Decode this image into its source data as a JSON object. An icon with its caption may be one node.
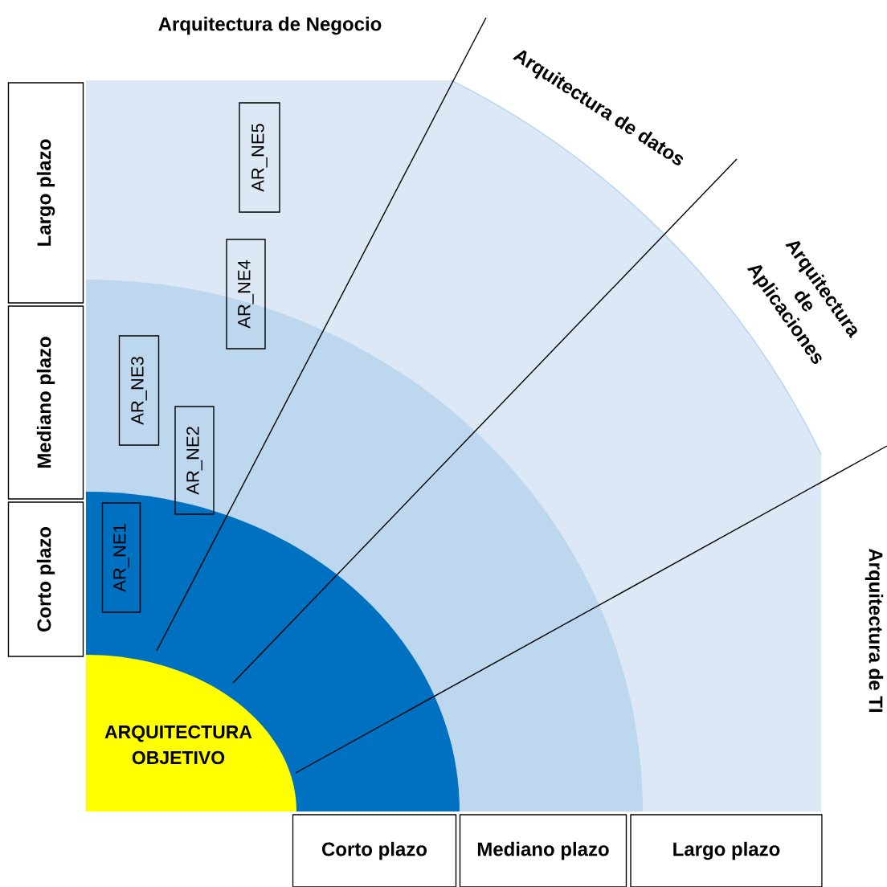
{
  "diagram": {
    "nodes": [
      {
        "text": [
          "ARQUITECTURA OBJETIVO"
        ]
      },
      {
        "text": [
          "Largo plazo"
        ]
      },
      {
        "text": [
          "Mediano plazo"
        ]
      },
      {
        "text": [
          "Corto plazo"
        ]
      },
      {
        "text": [
          "AR_NE5"
        ]
      },
      {
        "text": [
          "AR_NE4"
        ]
      },
      {
        "text": [
          "AR_NE3"
        ]
      },
      {
        "text": [
          "AR_NE2"
        ]
      },
      {
        "text": [
          "AR_NE1"
        ]
      },
      {
        "text": [
          "Corto plazo"
        ]
      },
      {
        "text": [
          "Mediano plazo"
        ]
      },
      {
        "text": [
          "Largo plazo"
        ]
      }
    ],
    "labels": [
      "Arquitectura de Negocio",
      "Arquitectura de datos",
      "Arquitectura de Aplicaciones",
      "Arquitectura de TI"
    ]
  }
}
